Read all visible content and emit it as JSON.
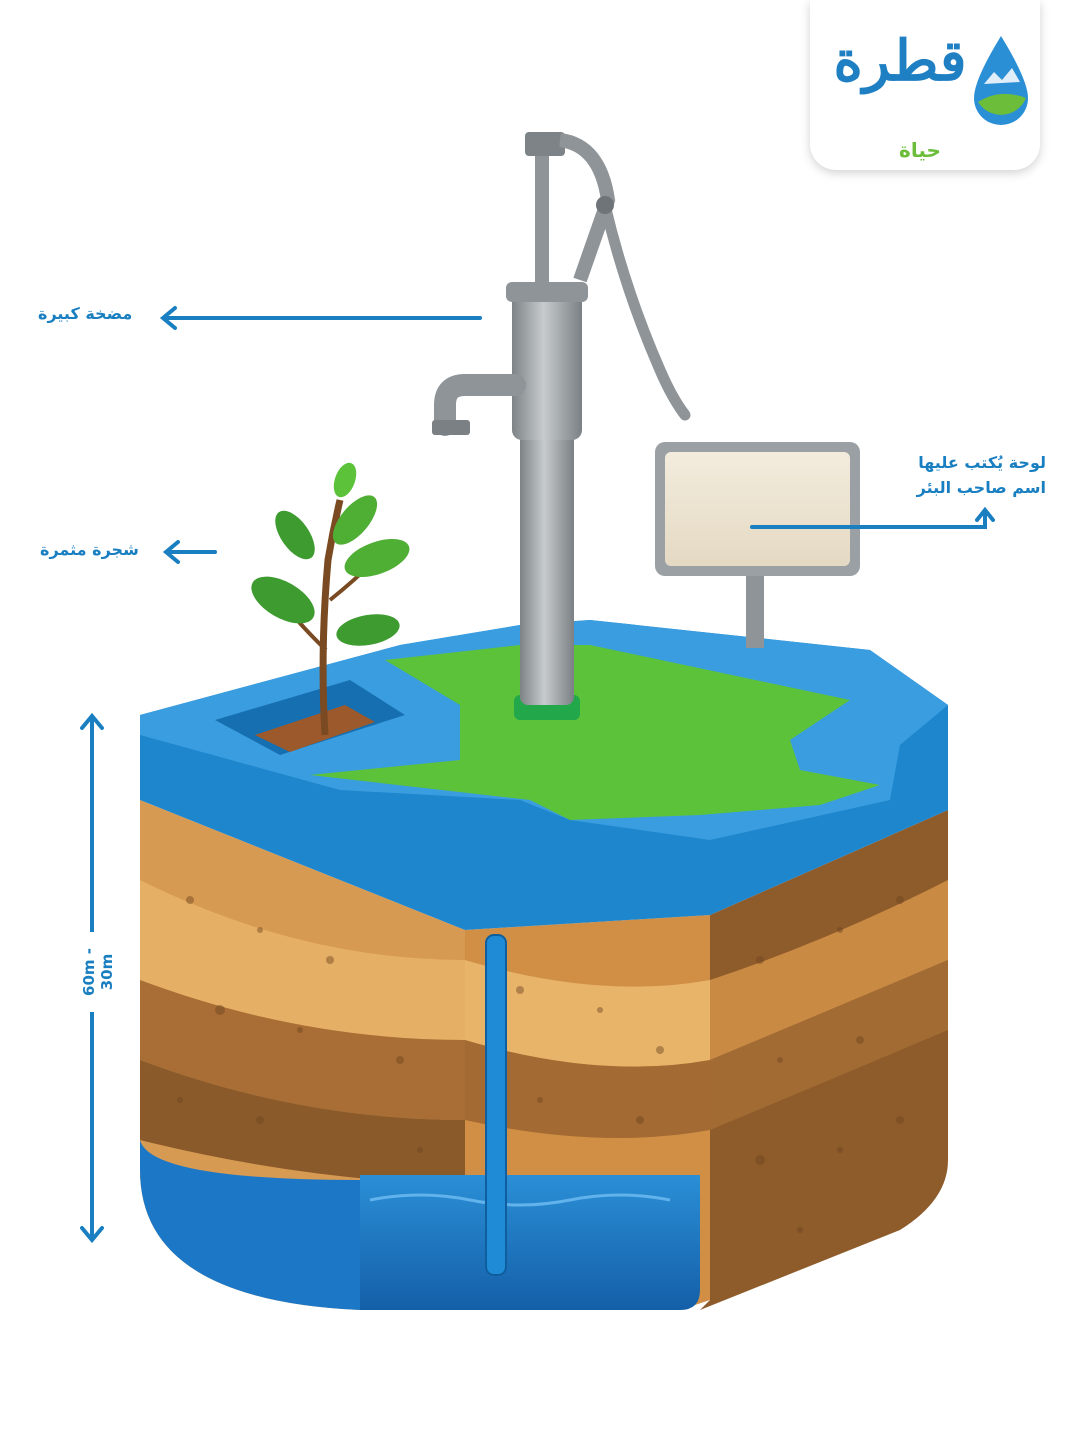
{
  "logo": {
    "main": "قطرة",
    "sub": "حياة"
  },
  "labels": {
    "faucet": "مضخة كبيرة",
    "tree": "شجرة مثمرة",
    "sign_line1": "لوحة يُكتب عليها",
    "sign_line2": "اسم صاحب البئر"
  },
  "depth": "60m - 30m",
  "colors": {
    "accent": "#1a7fc1",
    "basin": "#1e86cc",
    "grass": "#5cc23a",
    "soil_light": "#e2a55b",
    "soil_dark": "#8a5a2b",
    "water": "#1c78c6",
    "pump": "#9aa0a4"
  },
  "icons": [
    "arrow-left-icon",
    "arrow-up-icon",
    "double-arrow-vertical-icon",
    "water-drop-icon"
  ]
}
